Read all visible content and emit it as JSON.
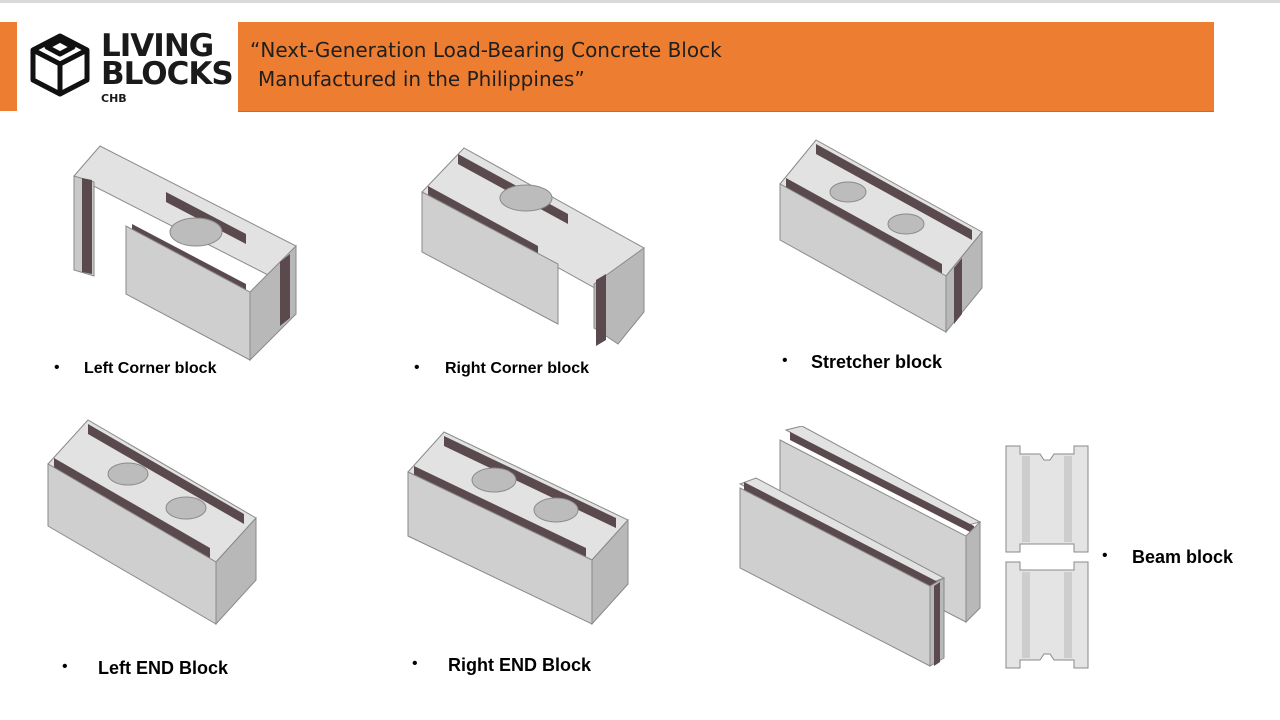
{
  "logo": {
    "line1": "LIVING",
    "line2": "BLOCKS",
    "line3": "CHB"
  },
  "banner": {
    "line1": "“Next-Generation Load-Bearing Concrete Block",
    "line2": "Manufactured in the Philippines”",
    "color": "#ed7d31"
  },
  "blocks": [
    {
      "label": "Left Corner block"
    },
    {
      "label": "Right Corner block"
    },
    {
      "label": "Stretcher block"
    },
    {
      "label": "Left END Block"
    },
    {
      "label": "Right END Block"
    },
    {
      "label": "Beam block"
    }
  ]
}
